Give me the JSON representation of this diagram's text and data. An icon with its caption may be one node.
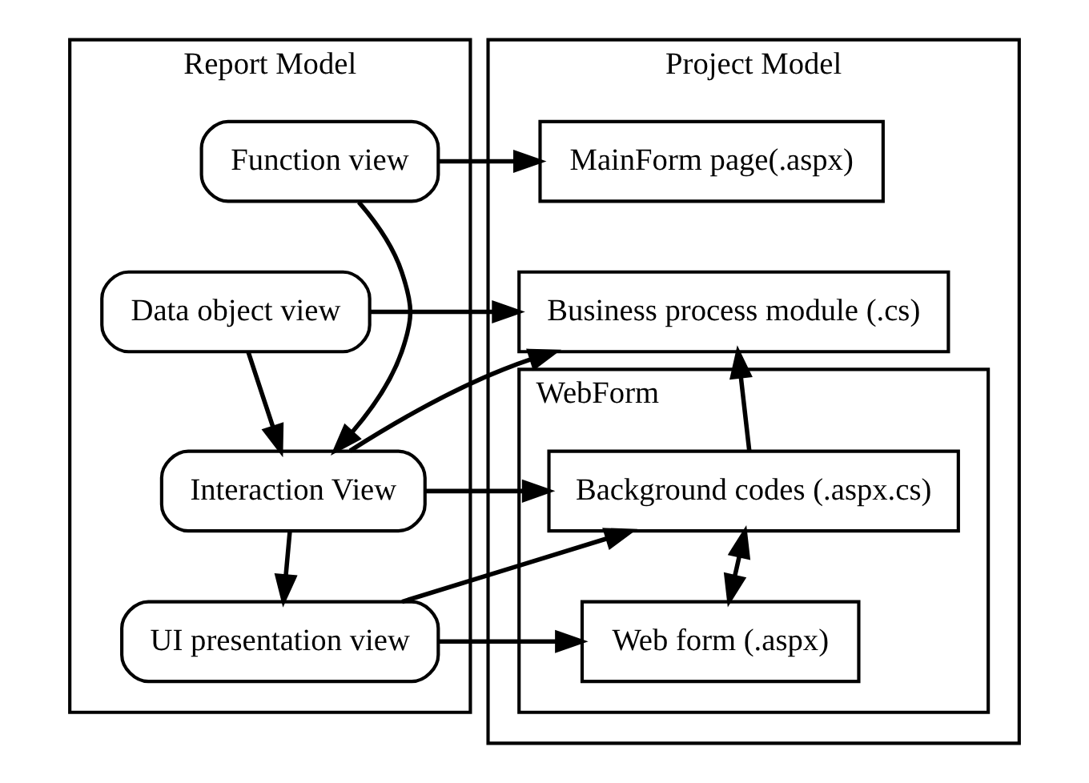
{
  "diagram": {
    "nodes": [
      {
        "text": [
          "Report Model"
        ]
      },
      {
        "text": [
          "Function view"
        ],
        "in": 0
      },
      {
        "text": [
          "Data object view"
        ],
        "in": 0
      },
      {
        "text": [
          "Interaction View"
        ],
        "in": 0
      },
      {
        "text": [
          "UI presentation view"
        ],
        "in": 0
      },
      {
        "text": [
          "Project Model"
        ]
      },
      {
        "text": [
          "MainForm page(.aspx)"
        ],
        "in": 5
      },
      {
        "text": [
          "Business process module (.cs)"
        ],
        "in": 5
      },
      {
        "text": [
          "WebForm"
        ],
        "in": 5
      },
      {
        "text": [
          "Background codes (.aspx.cs)"
        ],
        "in": 8
      },
      {
        "text": [
          "Web form (.aspx)"
        ],
        "in": 8
      }
    ],
    "edges": [
      {
        "from": 1,
        "to": 6,
        "arrow": "to"
      },
      {
        "from": 1,
        "to": 3,
        "arrow": "to"
      },
      {
        "from": 2,
        "to": 3,
        "arrow": "to"
      },
      {
        "from": 2,
        "to": 7,
        "arrow": "to"
      },
      {
        "from": 3,
        "to": 7,
        "arrow": "to"
      },
      {
        "from": 3,
        "to": 9,
        "arrow": "to"
      },
      {
        "from": 3,
        "to": 4,
        "arrow": "to"
      },
      {
        "from": 4,
        "to": 10,
        "arrow": "to"
      },
      {
        "from": 4,
        "to": 9,
        "arrow": "to"
      },
      {
        "from": 9,
        "to": 7,
        "arrow": "to"
      },
      {
        "from": 9,
        "to": 10,
        "arrow": "both"
      }
    ]
  }
}
